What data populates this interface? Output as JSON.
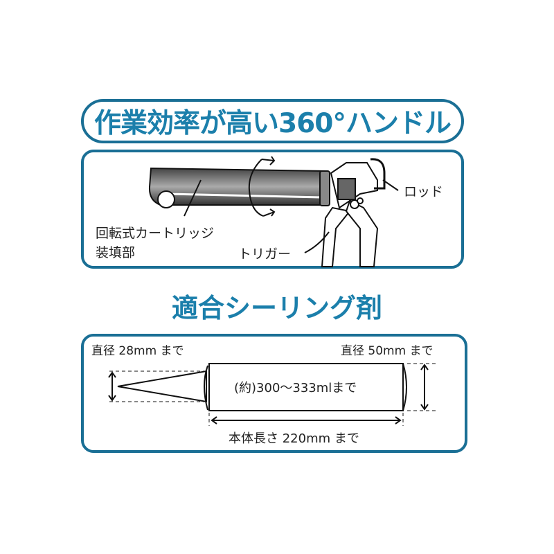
{
  "title": "作業効率が高い360°ハンドル",
  "handle_diagram": {
    "cartridge_label_line1": "回転式カートリッジ",
    "cartridge_label_line2": "装填部",
    "rod_label": "ロッド",
    "trigger_label": "トリガー"
  },
  "compatible_heading": "適合シーリング剤",
  "sealant_spec": {
    "nozzle_diameter": "直径 28mm まで",
    "body_diameter": "直径 50mm まで",
    "volume": "(約)300〜333mlまで",
    "body_length": "本体長さ 220mm まで"
  },
  "colors": {
    "accent": "#1b7fab",
    "border": "#1a6f95"
  }
}
